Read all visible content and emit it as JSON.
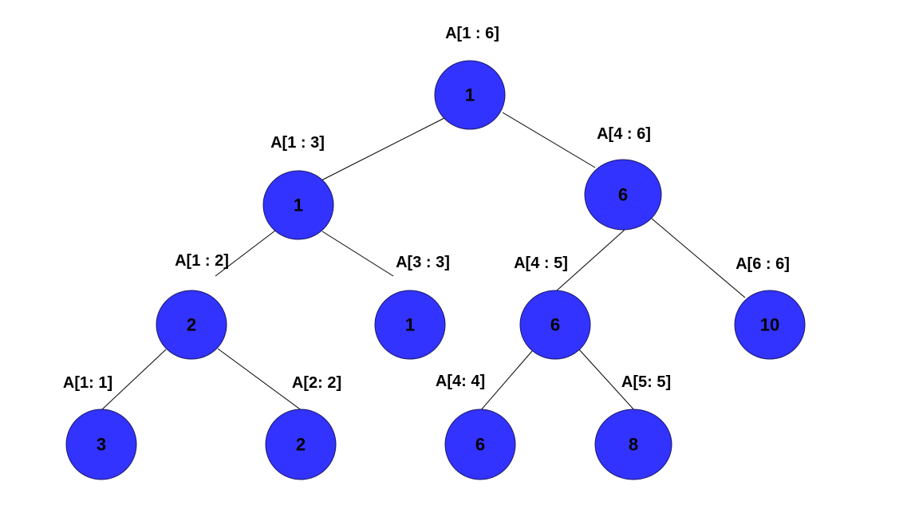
{
  "colors": {
    "node_fill": "#3333ff",
    "node_stroke": "#1a1a66",
    "edge": "#000000",
    "text": "#000000",
    "background": "#ffffff"
  },
  "nodes": [
    {
      "id": "n16",
      "value": "1",
      "range": "A[1 : 6]"
    },
    {
      "id": "n13",
      "value": "1",
      "range": "A[1 : 3]"
    },
    {
      "id": "n46",
      "value": "6",
      "range": "A[4 : 6]"
    },
    {
      "id": "n12",
      "value": "2",
      "range": "A[1 : 2]"
    },
    {
      "id": "n33",
      "value": "1",
      "range": "A[3 : 3]"
    },
    {
      "id": "n45",
      "value": "6",
      "range": "A[4 : 5]"
    },
    {
      "id": "n66",
      "value": "10",
      "range": "A[6 : 6]"
    },
    {
      "id": "n11",
      "value": "3",
      "range": "A[1: 1]"
    },
    {
      "id": "n22",
      "value": "2",
      "range": "A[2: 2]"
    },
    {
      "id": "n44",
      "value": "6",
      "range": "A[4: 4]"
    },
    {
      "id": "n55",
      "value": "8",
      "range": "A[5: 5]"
    }
  ],
  "edges": [
    [
      "n16",
      "n13"
    ],
    [
      "n16",
      "n46"
    ],
    [
      "n13",
      "n12"
    ],
    [
      "n13",
      "n33"
    ],
    [
      "n46",
      "n45"
    ],
    [
      "n46",
      "n66"
    ],
    [
      "n12",
      "n11"
    ],
    [
      "n12",
      "n22"
    ],
    [
      "n45",
      "n44"
    ],
    [
      "n45",
      "n55"
    ]
  ]
}
